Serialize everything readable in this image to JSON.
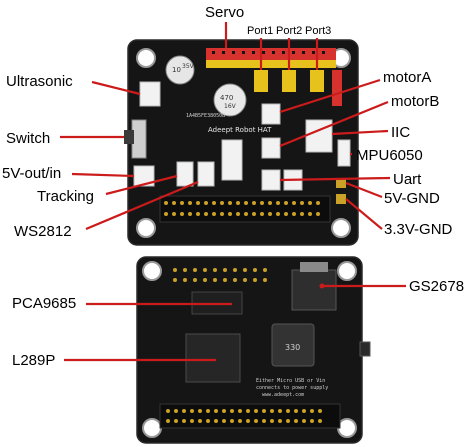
{
  "colors": {
    "pcb": "#151515",
    "pcb_edge": "#2a2a2a",
    "pin_gold": "#c9a227",
    "leader": "#cc1b1b",
    "header_red": "#d8322f",
    "header_yellow": "#e8c21c",
    "connector_white": "#f2f2f2"
  },
  "labels": {
    "servo": "Servo",
    "port1": "Port1",
    "port2": "Port2",
    "port3": "Port3",
    "ultrasonic": "Ultrasonic",
    "motor_a": "motorA",
    "motor_b": "motorB",
    "switch": "Switch",
    "iic": "IIC",
    "mpu6050": "MPU6050",
    "power_5v_in_out": "5V-out/in",
    "uart": "Uart",
    "tracking": "Tracking",
    "gnd_5v": "5V-GND",
    "ws2812": "WS2812",
    "gnd_3v3": "3.3V-GND",
    "gs2678": "GS2678",
    "pca9685": "PCA9685",
    "l289p": "L289P"
  },
  "board": {
    "top_title": "Adeept Robot HAT",
    "cap_top_text": "35V",
    "cap_top_value": "10",
    "cap_mid_text": "470",
    "cap_mid_volt": "16V",
    "serial_number": "1A4B5FE38050B",
    "inductor_code": "330",
    "bottom_note_1": "Either Micro USB or Vin",
    "bottom_note_2": "connects to power supply",
    "bottom_url": "www.adeept.com"
  }
}
